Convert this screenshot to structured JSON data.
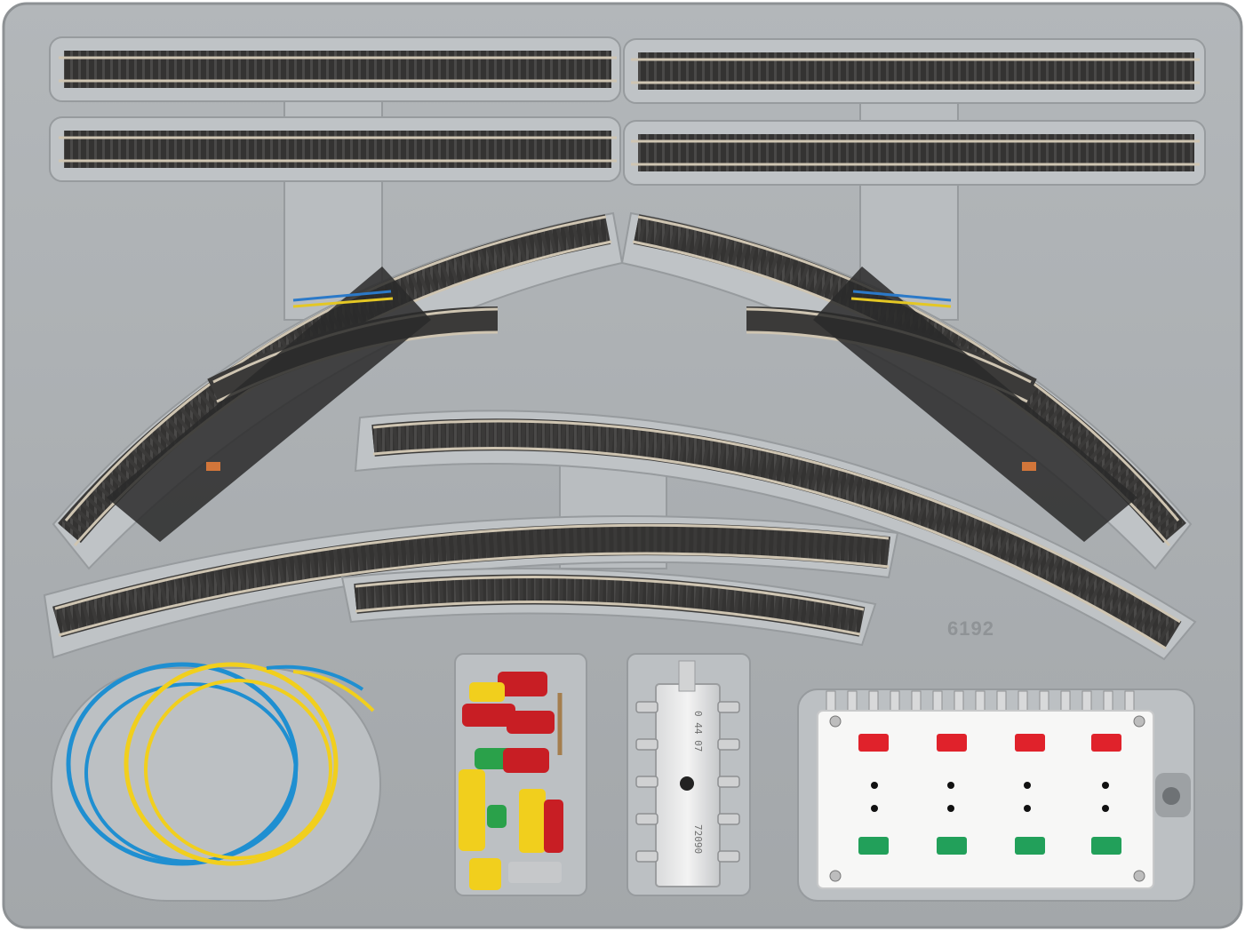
{
  "tray": {
    "embossed_number": "6192",
    "color": "#a9adb0",
    "cavity_color": "#bcc0c3"
  },
  "track": {
    "tie_color": "#3d3c3b",
    "rail_color": "#c9bfae",
    "straight_sections": 4,
    "curved_sections": 3,
    "turnouts": 2
  },
  "distributor": {
    "stamp_top": "0 44 07",
    "stamp_bottom": "72090"
  },
  "control_box": {
    "button_rows": {
      "top_color": "#e0222b",
      "bottom_color": "#22a05a"
    },
    "buttons_per_row": 4
  },
  "accessories": {
    "wire_colors": [
      "#1f8fd1",
      "#f1cf1d"
    ],
    "plug_colors": [
      "#c81e24",
      "#f1cf1d",
      "#2aa14a"
    ]
  }
}
